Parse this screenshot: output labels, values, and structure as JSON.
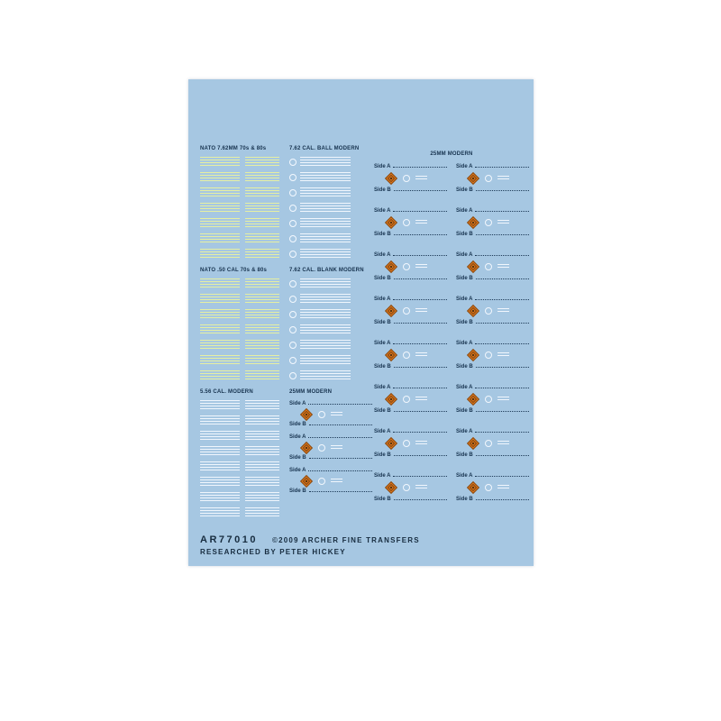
{
  "sheet": {
    "colors": {
      "sheet_blue": "#a6c7e2",
      "stencil_yellow": "#e9f19e",
      "stencil_white": "#f6faff",
      "guide_navy": "#16324e",
      "hazard_orange": "#e2771a"
    },
    "footer": {
      "code": "AR77010",
      "copyright": "©2009 ARCHER FINE TRANSFERS",
      "credit": "RESEARCHED BY PETER HICKEY"
    }
  },
  "labels": {
    "side_a": "Side A",
    "side_b": "Side B"
  },
  "sections": {
    "nato_762": {
      "title": "NATO 7.62MM 70s & 80s",
      "rows": 7
    },
    "nato_50cal": {
      "title": "NATO .50 CAL 70s & 80s",
      "rows": 7
    },
    "cal556": {
      "title": "5.56 CAL. MODERN",
      "rows": 8
    },
    "cal762_ball": {
      "title": "7.62 CAL. BALL MODERN",
      "rows": 7
    },
    "cal762_blank": {
      "title": "7.62 CAL. BLANK MODERN",
      "rows": 7
    },
    "mm25_mid": {
      "title": "25MM MODERN",
      "units": 3
    },
    "mm25_right": {
      "title": "25MM MODERN",
      "units_per_column": 8,
      "columns": 2
    }
  }
}
